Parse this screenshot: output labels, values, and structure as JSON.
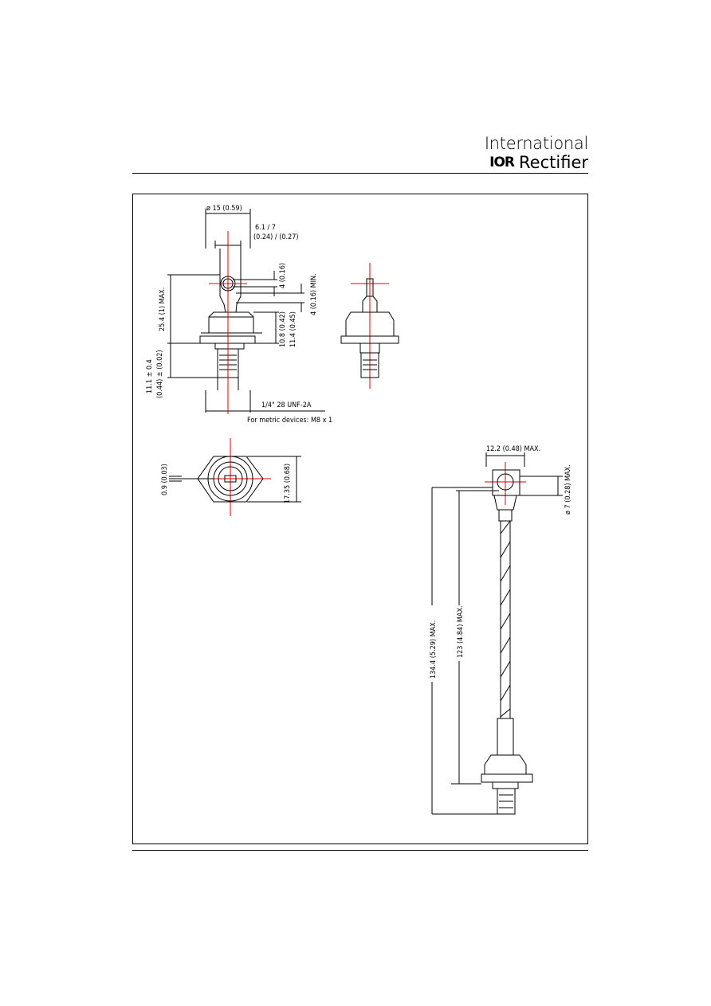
{
  "header": {
    "brand_line1": "International",
    "logo_text": "IOR",
    "brand_line2": "Rectifier"
  },
  "drawing": {
    "dim_diameter": "ø 15 (0.59)",
    "dim_slot_mm": "6.1 / 7",
    "dim_slot_in": "(0.24) / (0.27)",
    "dim_hole": "4 (0.16)",
    "dim_hole_min": "4 (0.16) MIN.",
    "dim_total_height": "25.4 (1) MAX.",
    "dim_body_a": "10.8 (0.42)",
    "dim_body_b": "11.4 (0.45)",
    "dim_stud_mm": "11.1 ± 0.4",
    "dim_stud_in": "(0.44) ± (0.02)",
    "dim_thread": "1/4\" 28 UNF-2A",
    "dim_metric": "For metric devices:  M8 x 1",
    "dim_flat": "0.9 (0.03)",
    "dim_hex": "17.35 (0.68)",
    "dim_lug_width": "12.2 (0.48) MAX.",
    "dim_lug_dia": "ø 7 (0.28) MAX.",
    "dim_cable_total": "134.4 (5.29) MAX.",
    "dim_cable_len": "123 (4.84) MAX."
  }
}
